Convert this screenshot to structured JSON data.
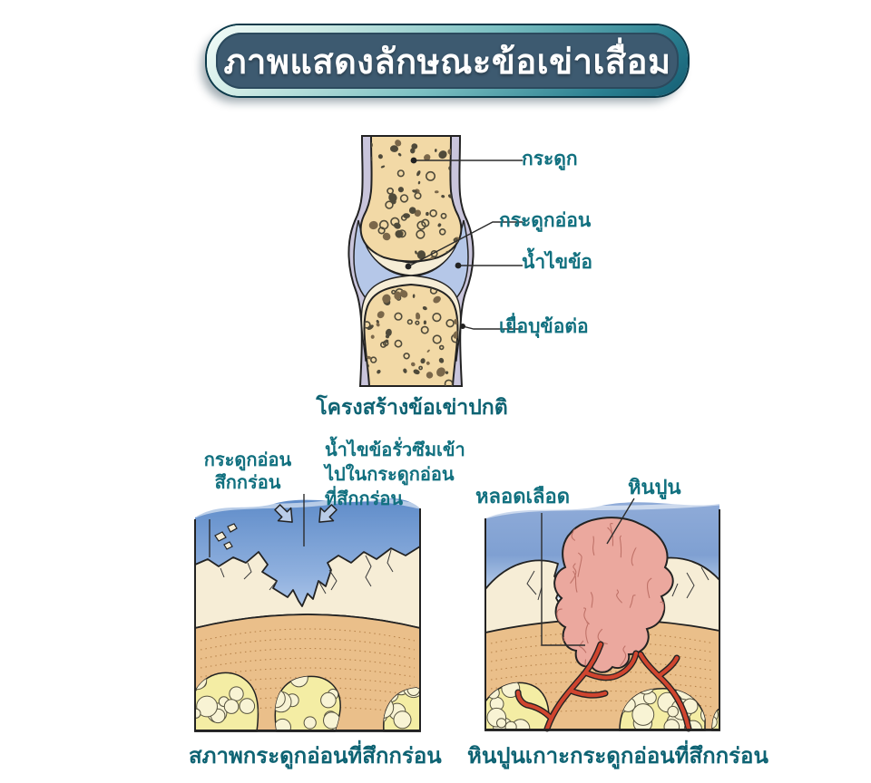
{
  "title": {
    "text": "ภาพแสดงลักษณะข้อเข่าเสื่อม"
  },
  "colors": {
    "accent_teal": "#11707f",
    "caption_teal": "#0e6373",
    "banner_fill": "#3d5a70",
    "bone_tan": "#f2d9a6",
    "bone_deep": "#eabf8a",
    "cartilage_cream": "#f6edd6",
    "fluid_light": "#b5c7e8",
    "fluid_deep": "#5f8cc9",
    "membrane_lavender": "#c9c5dc",
    "marrow_yellow": "#f4eda4",
    "spur_pink": "#eba89e",
    "vessel_red": "#d0452f"
  },
  "normal_joint": {
    "caption": "โครงสร้างข้อเข่าปกติ",
    "labels": {
      "bone": "กระดูก",
      "cartilage": "กระดูกอ่อน",
      "synovial_fluid": "น้ำไขข้อ",
      "joint_membrane": "เยื่อบุข้อต่อ"
    }
  },
  "eroded_panel": {
    "caption": "สภาพกระดูกอ่อนที่สึกกร่อน",
    "labels": {
      "eroded_cartilage_lines": [
        "กระดูกอ่อน",
        "สึกกร่อน"
      ],
      "fluid_seep_lines": [
        "น้ำไขข้อรั่วซึมเข้า",
        "ไปในกระดูกอ่อน",
        "ที่สึกกร่อน"
      ]
    }
  },
  "spur_panel": {
    "caption": "หินปูนเกาะกระดูกอ่อนที่สึกกร่อน",
    "labels": {
      "blood_vessels": "หลอดเลือด",
      "calcium_deposit": "หินปูน"
    }
  }
}
